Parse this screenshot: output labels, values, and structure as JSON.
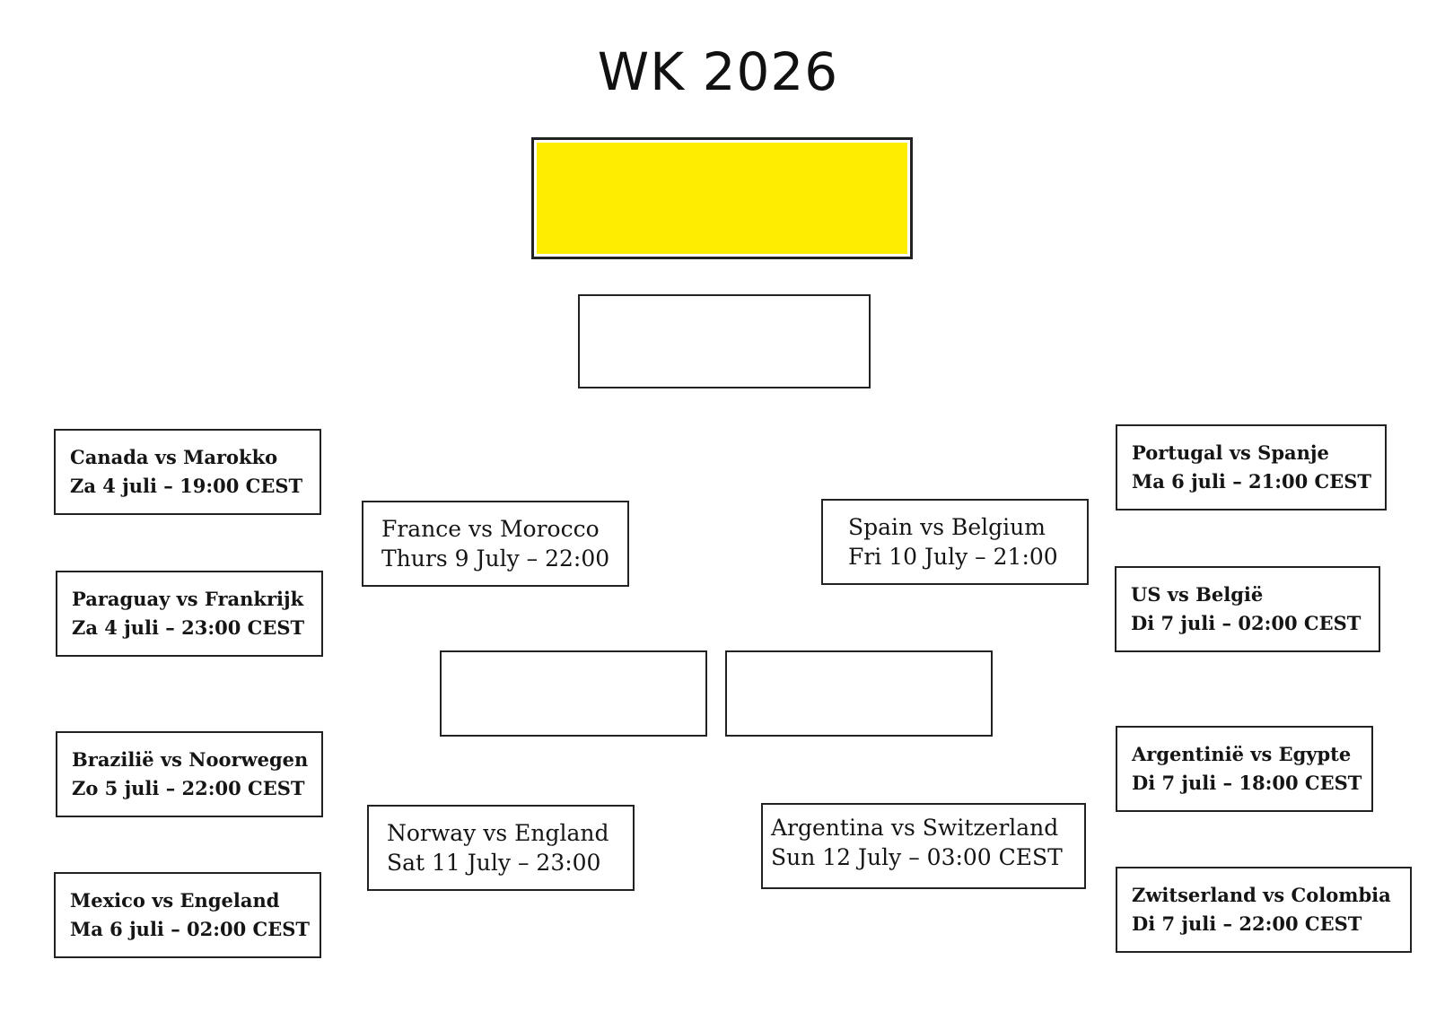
{
  "title": "WK 2026",
  "colors": {
    "final_fill": "#FFED00",
    "border": "#222222",
    "background": "#ffffff"
  },
  "final": {
    "label": ""
  },
  "third_place": {
    "label": ""
  },
  "semifinals": [
    {
      "label": ""
    },
    {
      "label": ""
    }
  ],
  "round_of_16": {
    "left": [
      {
        "match": "Canada vs Marokko",
        "time": "Za 4 juli – 19:00 CEST"
      },
      {
        "match": "Paraguay vs Frankrijk",
        "time": "Za 4 juli – 23:00 CEST"
      },
      {
        "match": "Brazilië vs Noorwegen",
        "time": "Zo 5 juli – 22:00 CEST"
      },
      {
        "match": "Mexico vs Engeland",
        "time": "Ma 6 juli – 02:00 CEST"
      }
    ],
    "right": [
      {
        "match": "Portugal vs Spanje",
        "time": "Ma 6 juli – 21:00 CEST"
      },
      {
        "match": "US vs België",
        "time": "Di 7 juli – 02:00 CEST"
      },
      {
        "match": "Argentinië vs Egypte",
        "time": "Di 7 juli – 18:00 CEST"
      },
      {
        "match": "Zwitserland vs Colombia",
        "time": "Di 7 juli – 22:00 CEST"
      }
    ]
  },
  "quarterfinals": {
    "left": [
      {
        "match": "France vs Morocco",
        "time": "Thurs 9 July – 22:00"
      },
      {
        "match": "Norway vs England",
        "time": "Sat 11 July – 23:00"
      }
    ],
    "right": [
      {
        "match": "Spain vs Belgium",
        "time": "Fri 10 July – 21:00"
      },
      {
        "match": "Argentina vs Switzerland",
        "time": "Sun 12 July – 03:00 CEST"
      }
    ]
  }
}
